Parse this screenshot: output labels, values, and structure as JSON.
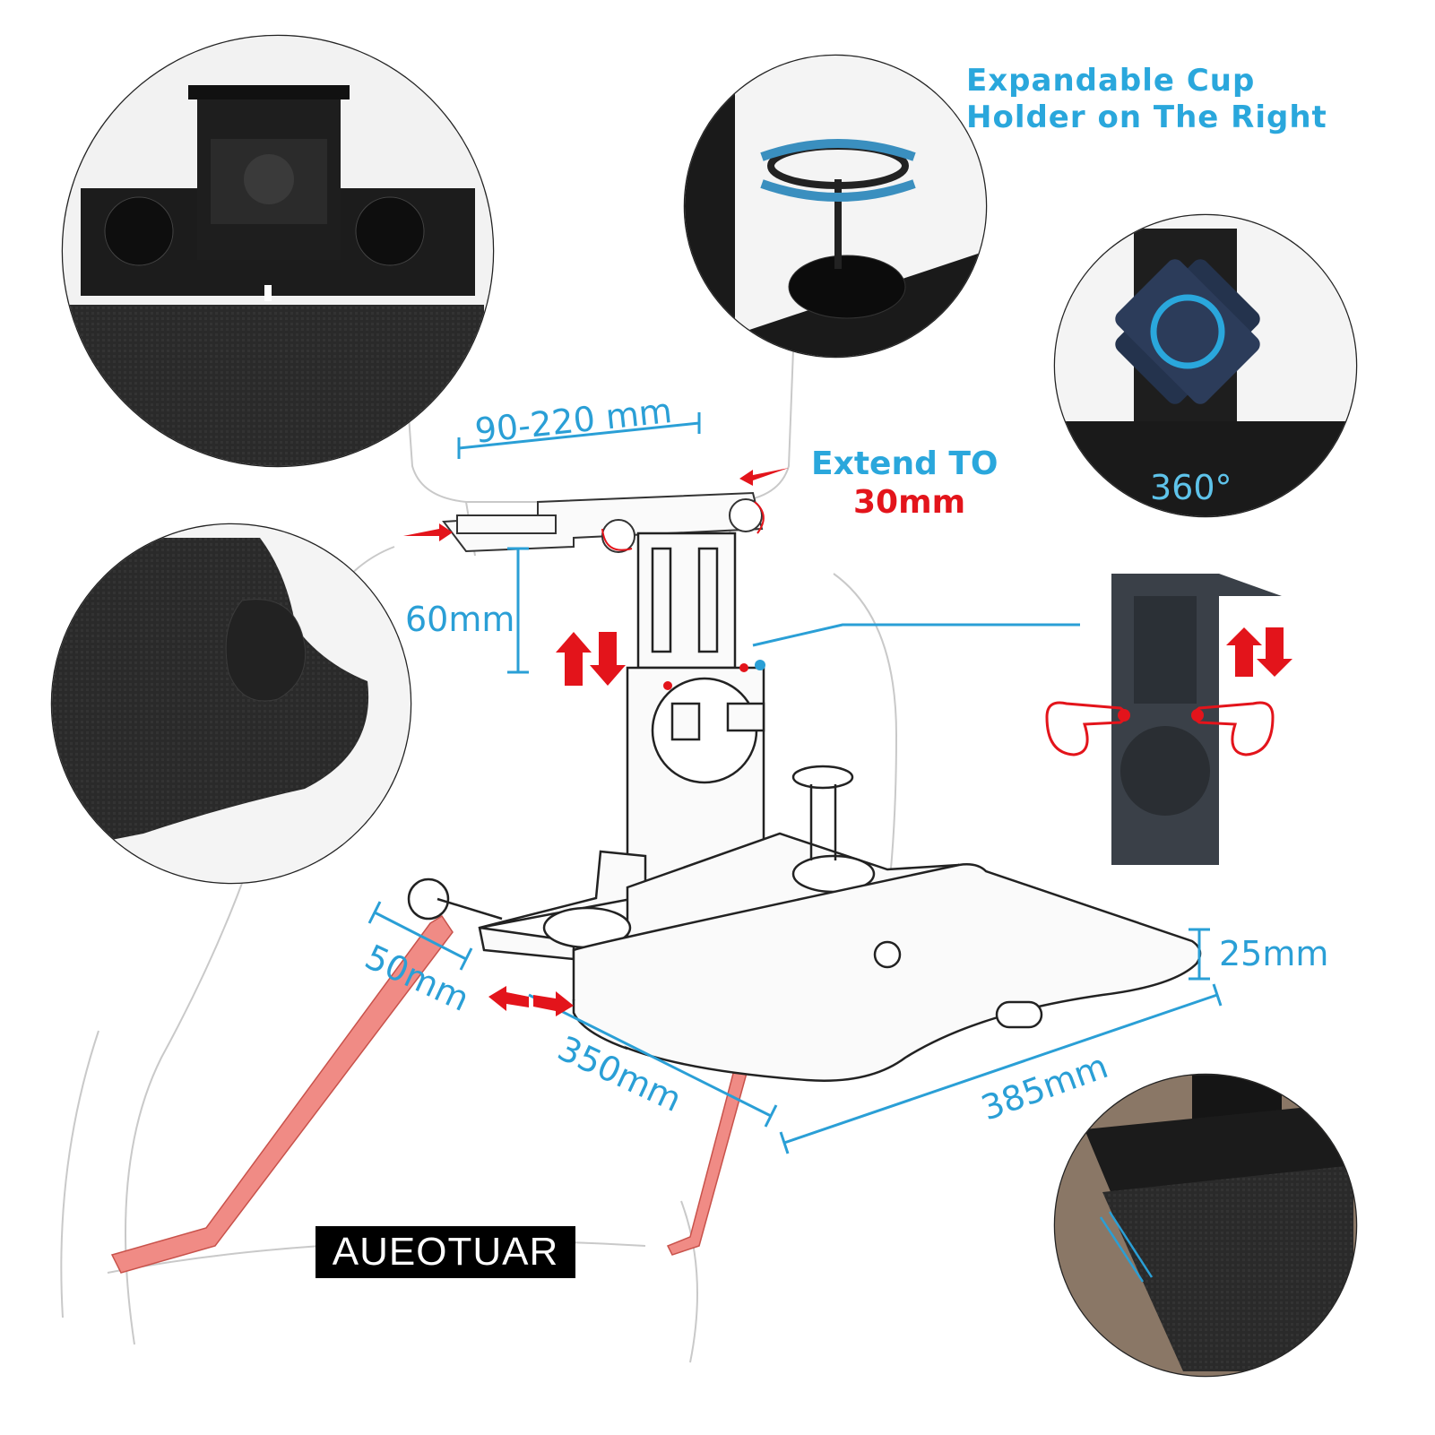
{
  "annotations": {
    "cup_holder_heading_line1": "Expandable Cup",
    "cup_holder_heading_line2": "Holder on The Right",
    "extend_to": "Extend TO",
    "extend_value": "30mm",
    "width_range": "90-220 mm",
    "height_adjust": "60mm",
    "rotation": "360°",
    "tray_depth": "25mm",
    "clamp_width": "50mm",
    "tray_width": "350mm",
    "tray_length": "385mm"
  },
  "brand": "AUEOTUAR",
  "colors": {
    "accent_blue": "#2a9fd6",
    "accent_red": "#e3141b",
    "product_black": "#1b1b1b",
    "strap_pink": "#f08b85"
  },
  "icons": [
    "up-down-arrows-icon",
    "slide-arrows-icon",
    "rotate-icon",
    "press-finger-icon"
  ]
}
